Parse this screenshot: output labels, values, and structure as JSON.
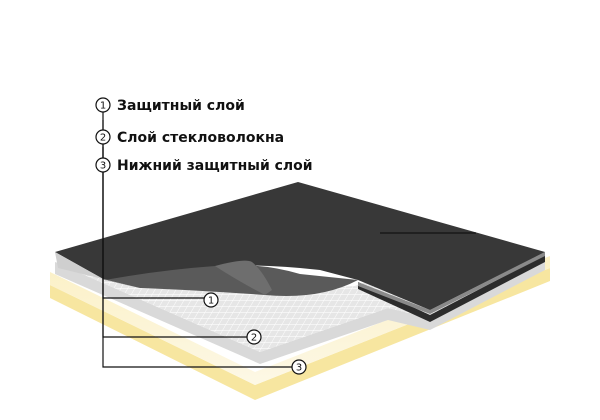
{
  "legend": [
    {
      "num": "1",
      "label": "Защитный слой"
    },
    {
      "num": "2",
      "label": "Слой стекловолокна"
    },
    {
      "num": "3",
      "label": "Нижний защитный слой"
    }
  ],
  "colors": {
    "top_layer": "#3a3a3a",
    "top_layer_curl": "#5e5e5e",
    "fiberglass": "#e3e3e3",
    "fiberglass_grid": "#ffffff",
    "base_layer": "#fbf3d2",
    "base_edge": "#f6e7a5",
    "lines": "#111111"
  }
}
